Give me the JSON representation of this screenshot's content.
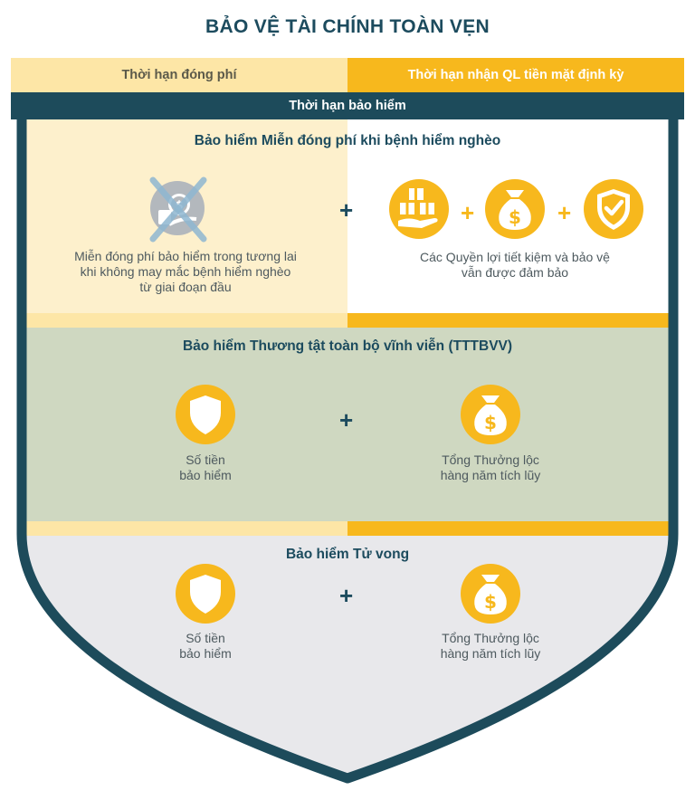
{
  "title": "BẢO VỆ TÀI CHÍNH TOÀN VẸN",
  "header": {
    "left": "Thời hạn đóng phí",
    "right": "Thời hạn nhận QL tiền mặt định kỳ",
    "band": "Thời hạn bảo hiểm"
  },
  "sections": [
    {
      "title": "Bảo hiểm Miễn đóng phí khi bệnh hiểm nghèo",
      "left_text": [
        "Miễn đóng phí bảo hiểm trong tương lai",
        "khi không may mắc bệnh hiểm nghèo",
        "từ giai đoạn đầu"
      ],
      "right_text": [
        "Các Quyền lợi tiết kiệm và bảo vệ",
        "vẫn được đảm bảo"
      ],
      "plus": "+",
      "icon_plus_1": "+",
      "icon_plus_2": "+"
    },
    {
      "title": "Bảo hiểm Thương tật toàn bộ vĩnh viễn (TTTBVV)",
      "left_text": [
        "Số tiền",
        "bảo hiểm"
      ],
      "right_text": [
        "Tổng Thưởng lộc",
        "hàng năm tích lũy"
      ],
      "plus": "+"
    },
    {
      "title": "Bảo hiểm Tử vong",
      "left_text": [
        "Số tiền",
        "bảo hiểm"
      ],
      "right_text": [
        "Tổng Thưởng lộc",
        "hàng năm tích lũy"
      ],
      "plus": "+"
    }
  ],
  "colors": {
    "navy": "#1d4b5b",
    "yellow": "#f7b81d",
    "light_yellow": "#fde6a6",
    "cream": "#fdf0cc",
    "sage": "#cfd8c1",
    "light_gray": "#e8e8eb",
    "gray_icon": "#b3b8bd",
    "cross": "#8fb7d1"
  }
}
